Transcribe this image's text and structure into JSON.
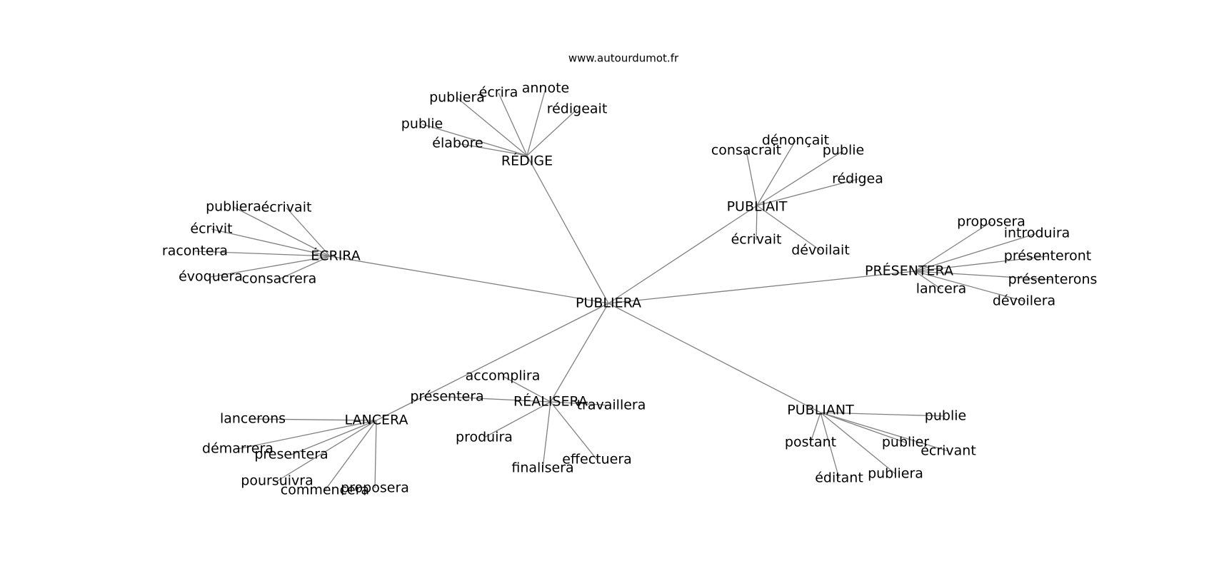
{
  "source": "www.autourdumot.fr",
  "center": "PUBLIERA",
  "clusters": [
    {
      "hub": "RÉDIGE",
      "leaves": [
        "publiera",
        "écrira",
        "annote",
        "rédigeait",
        "publie",
        "élabore"
      ]
    },
    {
      "hub": "PUBLIAIT",
      "leaves": [
        "dénonçait",
        "consacrait",
        "publie",
        "rédigea",
        "écrivait",
        "dévoilait"
      ]
    },
    {
      "hub": "ÉCRIRA",
      "leaves": [
        "publiera",
        "écrivait",
        "écrivit",
        "racontera",
        "évoquera",
        "consacrera"
      ]
    },
    {
      "hub": "PRÉSENTERA",
      "leaves": [
        "proposera",
        "introduira",
        "présenteront",
        "présenterons",
        "lancera",
        "dévoilera"
      ]
    },
    {
      "hub": "RÉALISERA",
      "leaves": [
        "accomplira",
        "présentera",
        "travaillera",
        "produira",
        "effectuera",
        "finalisera"
      ]
    },
    {
      "hub": "LANCERA",
      "leaves": [
        "lancerons",
        "démarrera",
        "presentera",
        "poursuivra",
        "commencera",
        "proposera"
      ]
    },
    {
      "hub": "PUBLIANT",
      "leaves": [
        "publie",
        "postant",
        "publier",
        "écrivant",
        "publiera",
        "éditant"
      ]
    }
  ]
}
